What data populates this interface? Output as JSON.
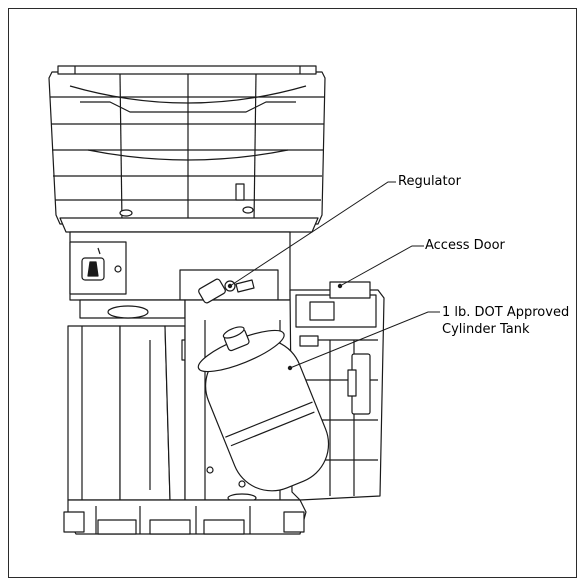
{
  "figure": {
    "subject": "heater",
    "colors": {
      "line": "#1a1a1a",
      "fill": "#ffffff",
      "frame": "#2b2b2b",
      "shade": "#e6e6e6"
    }
  },
  "callouts": [
    {
      "id": "regulator",
      "label": "Regulator"
    },
    {
      "id": "access_door",
      "label": "Access Door"
    },
    {
      "id": "cylinder_tank",
      "label": "1 lb. DOT Approved\nCylinder Tank"
    }
  ]
}
